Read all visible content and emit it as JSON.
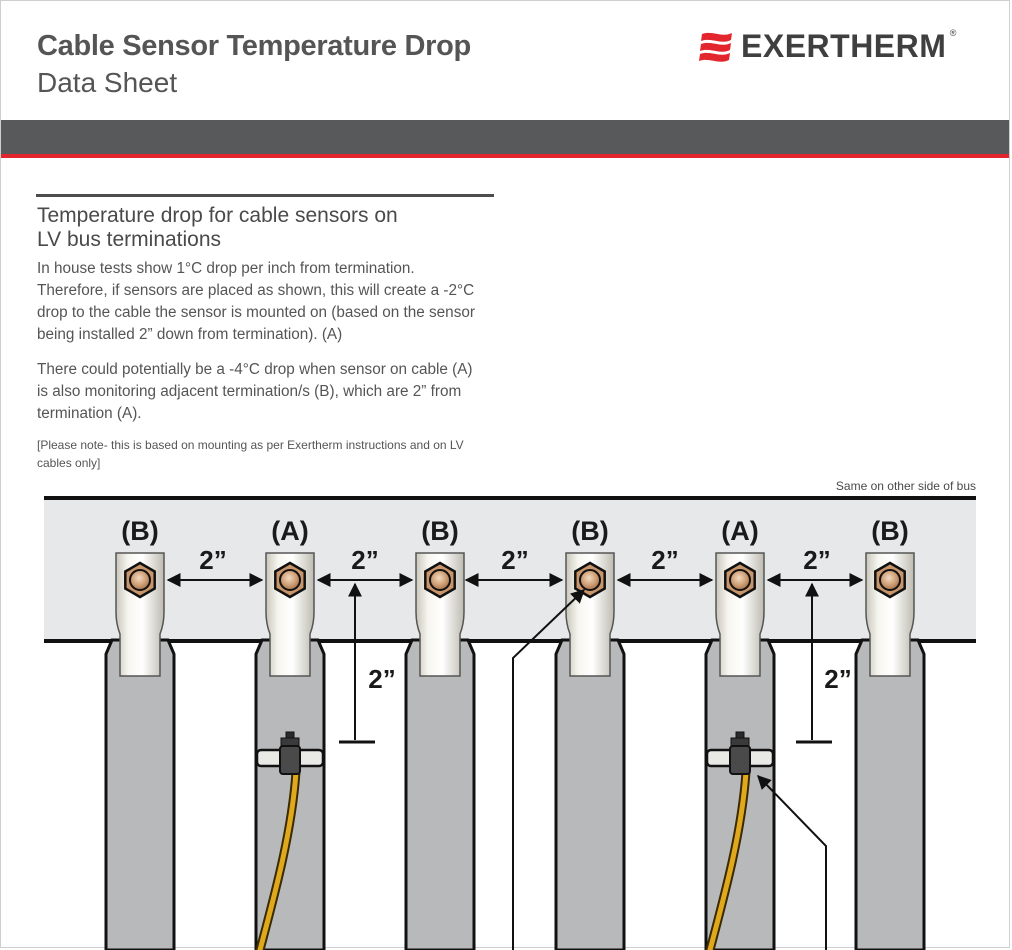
{
  "header": {
    "title": "Cable Sensor Temperature Drop",
    "subtitle": "Data Sheet",
    "brand": "EXERTHERM",
    "brand_mark": "®"
  },
  "section": {
    "heading_line1": "Temperature drop for cable sensors on",
    "heading_line2": "LV bus terminations",
    "para1": "In house tests show 1°C drop per inch from termination. Therefore, if sensors are placed as shown, this will create a -2°C drop to the cable the sensor is mounted on (based on the sensor being installed 2” down from termination). (A)",
    "para2": "There could potentially be a -4°C drop when sensor on cable (A) is also monitoring adjacent termination/s (B), which are 2” from termination (A).",
    "note": "[Please note- this is based on mounting as per Exertherm instructions and on LV cables only]"
  },
  "diagram": {
    "caption": "Same on other side of bus",
    "labels": [
      "(B)",
      "(A)",
      "(B)",
      "(B)",
      "(A)",
      "(B)"
    ],
    "spacing_labels": [
      "2”",
      "2”",
      "2”",
      "2”",
      "2”"
    ],
    "drop_labels": [
      "2”",
      "2”"
    ]
  },
  "colors": {
    "accent_red": "#e3262d",
    "band_grey": "#58595b",
    "bus_fill": "#e6e8ea",
    "cable_grey": "#b8b9bb",
    "sensor_lead": "#e0a81c",
    "lug_brass": "#c9956a"
  }
}
